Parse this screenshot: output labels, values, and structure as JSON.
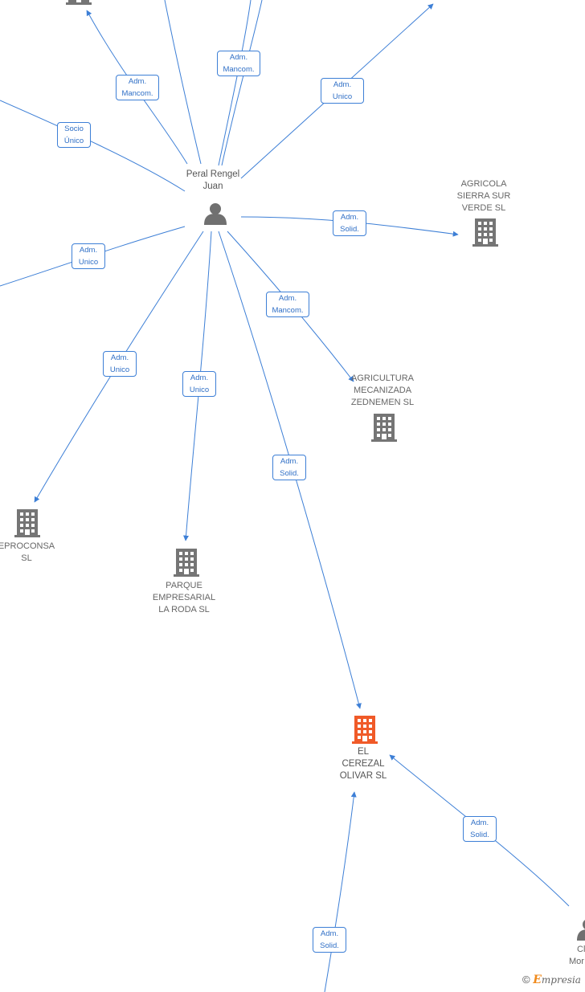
{
  "center_person": {
    "name_line1": "Peral Rengel",
    "name_line2": "Juan"
  },
  "companies": {
    "agricola": {
      "line1": "AGRICOLA",
      "line2": "SIERRA SUR",
      "line3": "VERDE  SL"
    },
    "agricultura": {
      "line1": "AGRICULTURA",
      "line2": "MECANIZADA",
      "line3": "ZEDNEMEN  SL"
    },
    "proconsa": {
      "line1": "EPROCONSA",
      "line2": "SL"
    },
    "parque": {
      "line1": "PARQUE",
      "line2": "EMPRESARIAL",
      "line3": "LA RODA  SL"
    },
    "cerezal": {
      "line1": "EL",
      "line2": "CEREZAL",
      "line3": "OLIVAR  SL"
    }
  },
  "partial_person": {
    "line1": "Cl",
    "line2": "Mor"
  },
  "relations": [
    {
      "line1": "Adm.",
      "line2": "Mancom."
    },
    {
      "line1": "Adm.",
      "line2": "Mancom."
    },
    {
      "line1": "Adm.",
      "line2": "Unico"
    },
    {
      "line1": "Socio",
      "line2": "Único"
    },
    {
      "line1": "Adm.",
      "line2": "Solid."
    },
    {
      "line1": "Adm.",
      "line2": "Unico"
    },
    {
      "line1": "Adm.",
      "line2": "Mancom."
    },
    {
      "line1": "Adm.",
      "line2": "Unico"
    },
    {
      "line1": "Adm.",
      "line2": "Unico"
    },
    {
      "line1": "Adm.",
      "line2": "Solid."
    },
    {
      "line1": "Adm.",
      "line2": "Solid."
    },
    {
      "line1": "Adm.",
      "line2": "Solid."
    }
  ],
  "footer": {
    "copyright": "©",
    "brand_initial": "E",
    "brand_rest": "mpresia"
  },
  "colors": {
    "edge": "#3d7fd6",
    "building": "#757575",
    "highlight_building": "#f05a28",
    "person": "#707070"
  }
}
